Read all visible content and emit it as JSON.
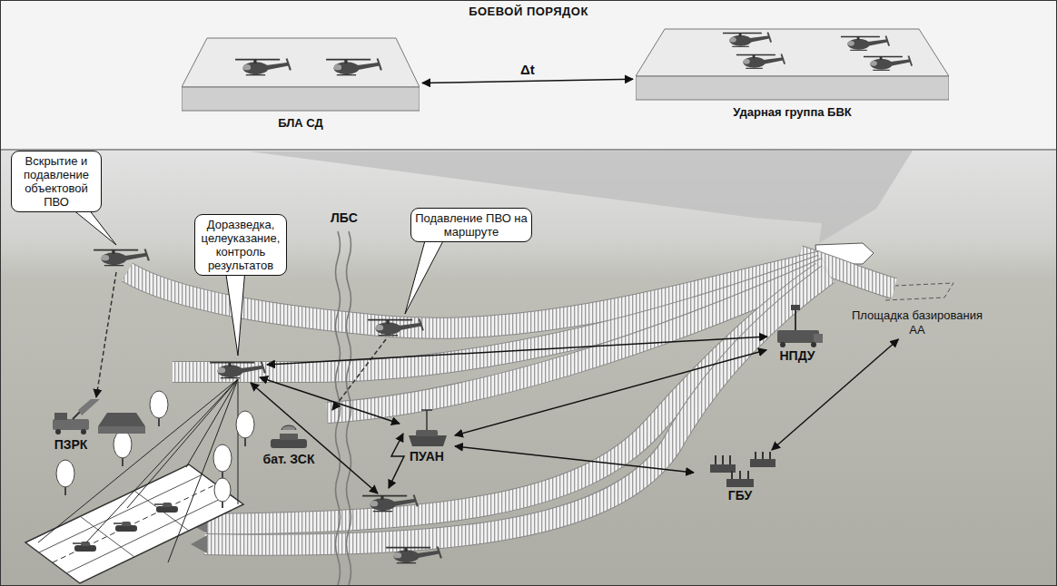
{
  "diagram": {
    "title": "БОЕВОЙ ПОРЯДОК",
    "nodes": [
      {
        "text": [
          "БЛА СД"
        ]
      },
      {
        "text": [
          "Ударная группа БВК"
        ]
      },
      {
        "text": [
          "Вскрытие и подавление объектовой ПВО"
        ]
      },
      {
        "text": [
          "Доразведка, целеуказание, контроль результатов"
        ]
      },
      {
        "text": [
          "Подавление ПВО на маршруте"
        ]
      },
      {
        "text": [
          "Площадка базирования АА"
        ]
      },
      {
        "text": [
          "НПДУ"
        ]
      },
      {
        "text": [
          "ПЗРК"
        ]
      },
      {
        "text": [
          "ПУАН"
        ]
      },
      {
        "text": [
          "бат. ЗСК"
        ]
      },
      {
        "text": [
          "ГБУ"
        ]
      }
    ],
    "edges": [
      {
        "from": 0,
        "to": 1,
        "label": "Δt",
        "arrow": "both"
      },
      {
        "from": 8,
        "to": 6,
        "arrow": "both"
      },
      {
        "from": 8,
        "to": 10,
        "arrow": "both"
      },
      {
        "from": 10,
        "to": 5,
        "arrow": "both"
      }
    ],
    "labels": [
      "ЛБС"
    ]
  }
}
